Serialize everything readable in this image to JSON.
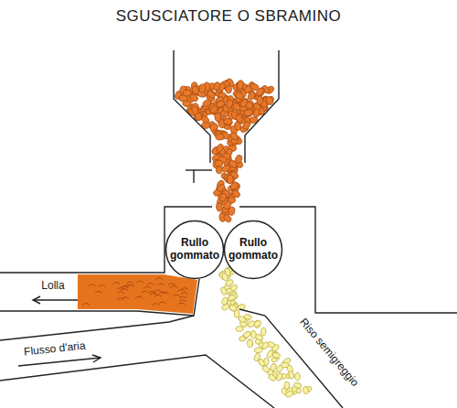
{
  "diagram": {
    "title": "SGUSCIATORE O SBRAMINO",
    "nodes": [
      {
        "text": [
          "Rullo gommato"
        ]
      },
      {
        "text": [
          "Rullo gommato"
        ]
      }
    ],
    "labels": [
      "Lolla",
      "Flusso d'aria",
      "Riso semigreggio"
    ]
  }
}
